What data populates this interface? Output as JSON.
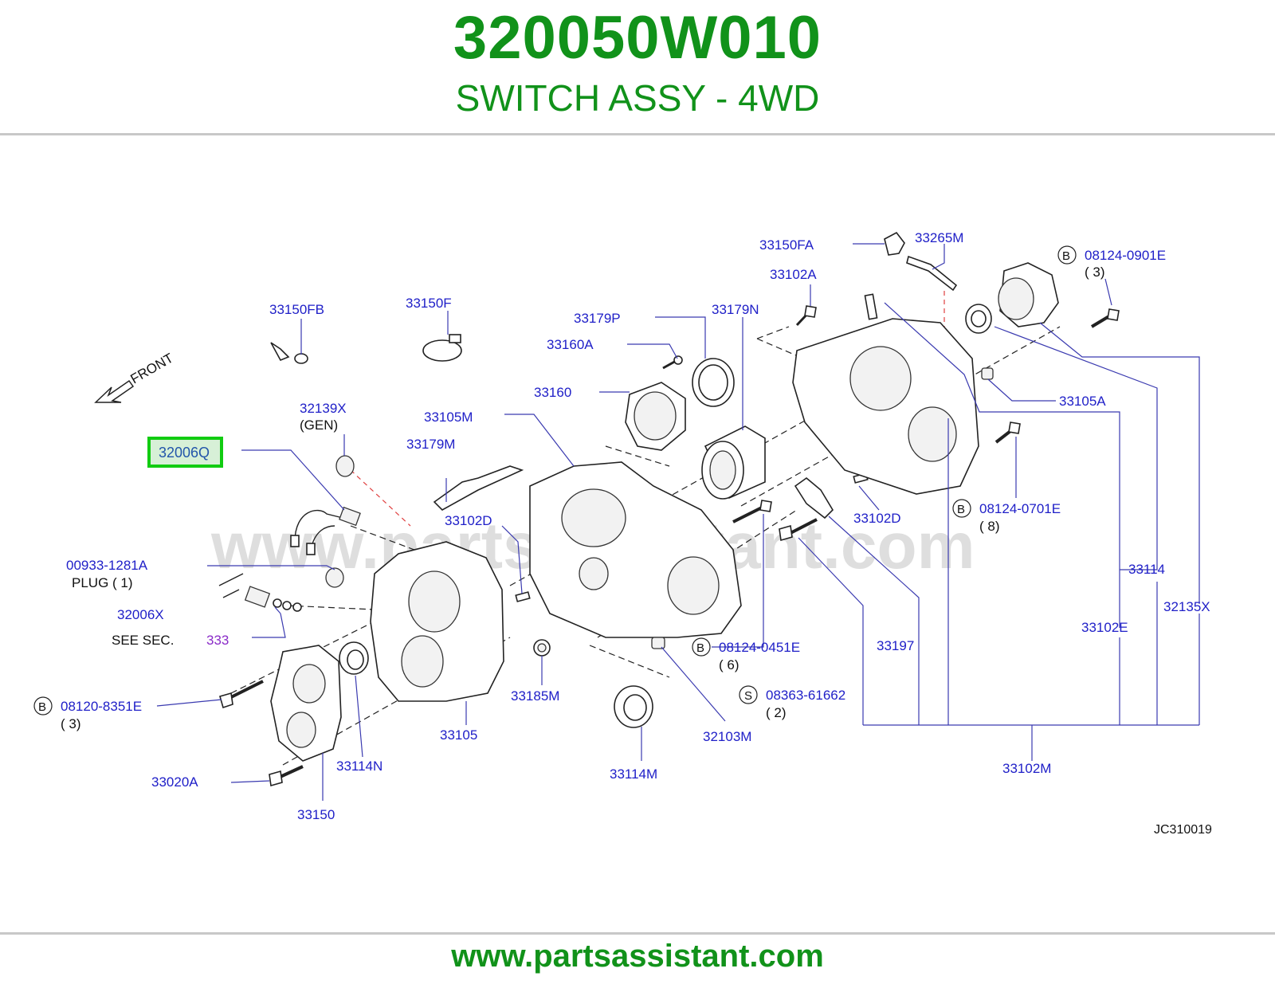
{
  "header": {
    "part_number": "320050W010",
    "part_name": "SWITCH ASSY - 4WD"
  },
  "footer": {
    "site": "www.partsassistant.com"
  },
  "diagram": {
    "watermark": "www.partsassistant.com",
    "drawing_code": "JC310019",
    "front_label": "FRONT",
    "highlighted_part": "32006Q",
    "labels": {
      "p33150FB": "33150FB",
      "p33150F": "33150F",
      "p32139X": "32139X",
      "gen": "(GEN)",
      "p32006Q": "32006Q",
      "p00933": "00933-1281A",
      "plug": "PLUG ( 1)",
      "p32006X": "32006X",
      "see_sec": "SEE  SEC.",
      "sec_num": "333",
      "p08120": "08120-8351E",
      "qty3a": "( 3)",
      "p33020A": "33020A",
      "p33150": "33150",
      "p33114N": "33114N",
      "p33105": "33105",
      "p33185M": "33185M",
      "p33105M": "33105M",
      "p33179M": "33179M",
      "p33102D_left": "33102D",
      "p33160": "33160",
      "p33160A": "33160A",
      "p33179P": "33179P",
      "p33179N": "33179N",
      "p33114M": "33114M",
      "p32103M": "32103M",
      "p08124_0451": "08124-0451E",
      "qty6": "( 6)",
      "p08363": "08363-61662",
      "qty2": "( 2)",
      "p33197": "33197",
      "p33102D_right": "33102D",
      "p08124_0701": "08124-0701E",
      "qty8": "( 8)",
      "p33150FA": "33150FA",
      "p33265M": "33265M",
      "p33102A": "33102A",
      "p08124_0901": "08124-0901E",
      "qty3b": "( 3)",
      "p33105A": "33105A",
      "p33114": "33114",
      "p33102E": "33102E",
      "p32135X": "32135X",
      "p33102M": "33102M",
      "mark_b": "B",
      "mark_s": "S"
    }
  }
}
